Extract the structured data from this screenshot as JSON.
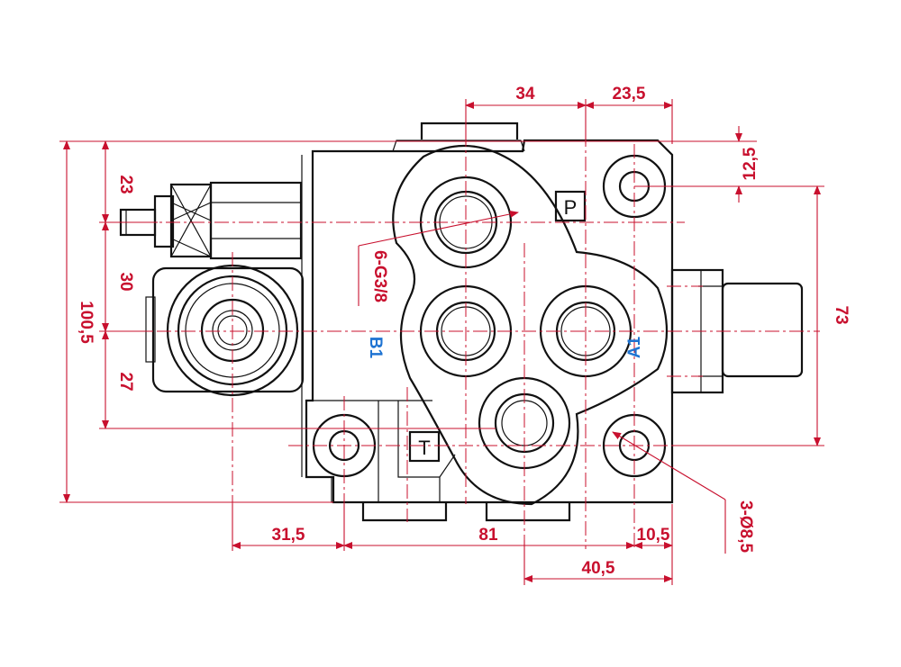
{
  "dimensions": {
    "top_34": "34",
    "top_23_5": "23,5",
    "right_12_5": "12,5",
    "right_73": "73",
    "left_23": "23",
    "left_30": "30",
    "left_27": "27",
    "left_100_5": "100,5",
    "bottom_31_5": "31,5",
    "bottom_81": "81",
    "bottom_10_5": "10,5",
    "bottom_40_5": "40,5"
  },
  "callouts": {
    "thread": "6-G3/8",
    "holes": "3-Ø8,5"
  },
  "ports": {
    "b1": "B1",
    "a1": "A1",
    "p": "P",
    "t": "T"
  },
  "colors": {
    "dimension": "#c8102e",
    "port_label": "#1e73d2",
    "outline": "#111111"
  }
}
